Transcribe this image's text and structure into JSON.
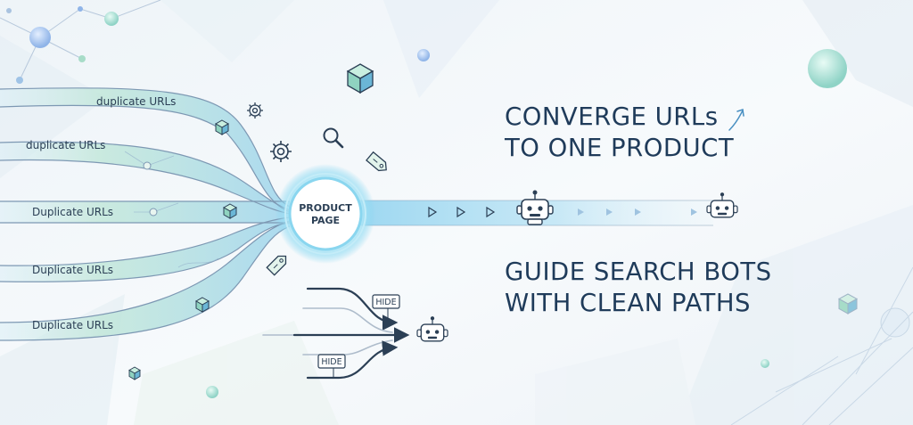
{
  "headlines": {
    "converge": {
      "line1": "CONVERGE URLs",
      "line2": "TO ONE PRODUCT"
    },
    "guide": {
      "line1": "GUIDE SEARCH BOTS",
      "line2": "WITH CLEAN PATHS"
    }
  },
  "hub_label": {
    "line1": "PRODUCT",
    "line2": "PAGE"
  },
  "url_labels": [
    "duplicate URLs",
    "duplicate URLs",
    "Duplicate URLs",
    "Duplicate URLs",
    "Duplicate URLs"
  ],
  "hide_tags": [
    "HIDE",
    "HIDE"
  ],
  "colors": {
    "headline": "#1f3b5a",
    "stream_blue": "#a9d6ee",
    "stream_green": "#c6ead3",
    "hub_glow": "#7fd3f0",
    "outline": "#2b3f55"
  },
  "icons": [
    "gear-icon",
    "search-icon",
    "tag-icon",
    "cube-icon",
    "robot-icon",
    "arrow-icon"
  ]
}
